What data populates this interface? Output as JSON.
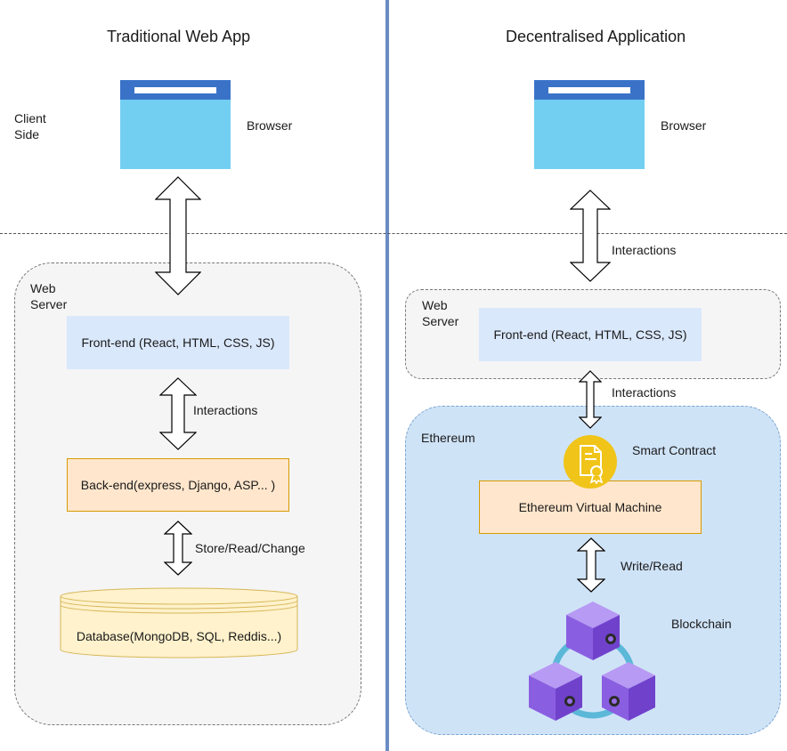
{
  "colors": {
    "divider": "#6b8cc4",
    "frontend_fill": "#dae8fc",
    "backend_fill": "#ffe6cc",
    "backend_stroke": "#d79b00",
    "database_fill": "#fff2cc",
    "database_stroke": "#d6b656",
    "ethereum_fill": "#cfe3f7",
    "browser_bar": "#3a72c8",
    "browser_body": "#73cff1",
    "cube": "#9a6ee8",
    "seal": "#f0c419"
  },
  "left": {
    "title": "Traditional Web App",
    "client_side": "Client\nSide",
    "browser_label": "Browser",
    "server_label": "Web\nServer",
    "frontend": "Front-end (React, HTML, CSS, JS)",
    "interactions": "Interactions",
    "backend": "Back-end(express, Django, ASP... )",
    "store": "Store/Read/Change",
    "database": "Database(MongoDB, SQL, Reddis...)"
  },
  "right": {
    "title": "Decentralised Application",
    "browser_label": "Browser",
    "interactions_top": "Interactions",
    "server_label": "Web\nServer",
    "frontend": "Front-end (React, HTML, CSS, JS)",
    "interactions_mid": "Interactions",
    "ethereum": "Ethereum",
    "smart_contract": "Smart Contract",
    "evm": "Ethereum Virtual Machine",
    "write_read": "Write/Read",
    "blockchain": "Blockchain"
  },
  "icons": {
    "browser": "browser-window-icon",
    "contract": "certificate-icon",
    "blockchain": "blockchain-cubes-icon"
  }
}
